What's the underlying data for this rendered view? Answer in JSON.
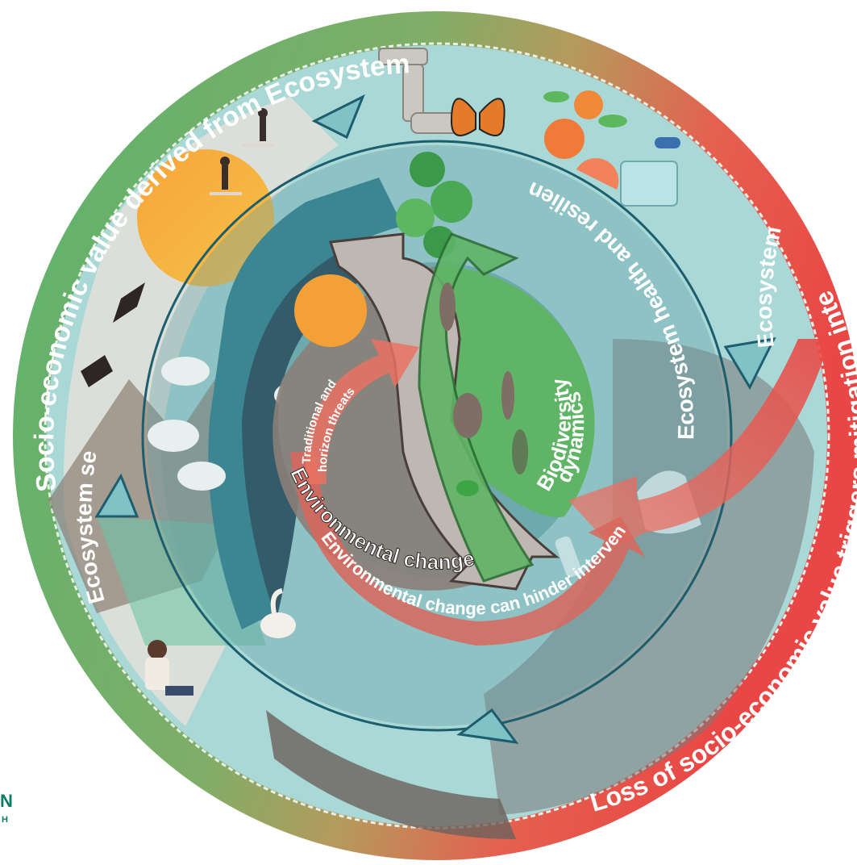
{
  "outer_ring": {
    "top_left_label": "Socio-economic value derived from Ecosystem Services",
    "bottom_right_label": "Loss of socio-economic value triggers mitigation interventions",
    "colors": {
      "green": "#5bb36d",
      "olive": "#9a9a60",
      "red": "#e94745"
    }
  },
  "ecosystem_services": {
    "left_label": "Ecosystem services",
    "right_label": "Ecosystem services"
  },
  "ecosystem_health": {
    "label": "Ecosystem health and resilience"
  },
  "biodiversity": {
    "label_line1": "Biodiversity",
    "label_line2": "dynamics",
    "color": "#5fb466"
  },
  "environmental_change": {
    "label": "Environmental change",
    "color": "#8a7e78"
  },
  "threats": {
    "label_line1": "Traditional and",
    "label_line2": "horizon threats"
  },
  "hinder": {
    "label": "Environmental change can hinder interventions"
  },
  "logo": {
    "letter_top": "N",
    "letter_bottom": "H",
    "color": "#0c7c6a"
  },
  "icons": [
    "sun-icon",
    "bird-icon",
    "paddleboarder-icon",
    "water-tap-icon",
    "butterfly-icon",
    "orange-icon",
    "medicine-icon",
    "fish-icon",
    "frog-icon",
    "swan-icon",
    "farmer-icon",
    "cloud-icon",
    "plastic-bag-icon",
    "plastic-bottle-icon",
    "tree-icon"
  ]
}
